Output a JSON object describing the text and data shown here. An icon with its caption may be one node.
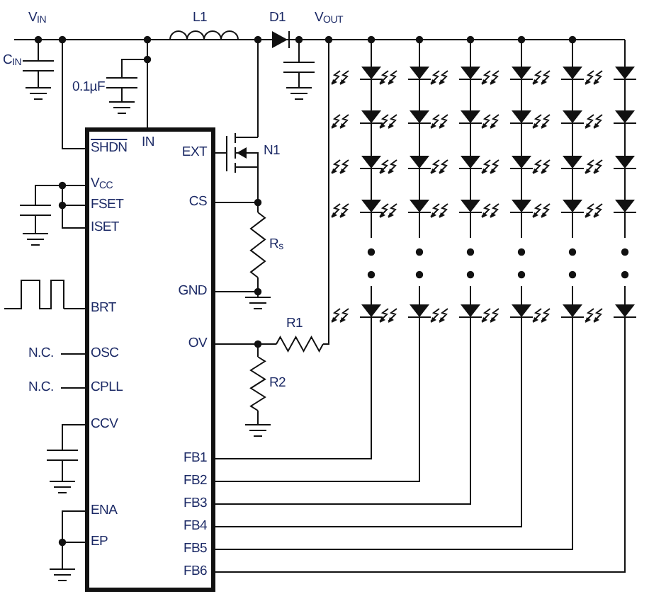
{
  "diagram": {
    "nodes": [
      {
        "text": [
          "SHDN",
          "IN",
          "EXT",
          "V$_{CC}$",
          "FSET",
          "CS",
          "ISET",
          "GND",
          "BRT",
          "OV",
          "OSC",
          "CPLL",
          "CCV",
          "FB1",
          "FB2",
          "FB3",
          "FB4",
          "FB5",
          "FB6",
          "ENA",
          "EP"
        ]
      }
    ],
    "labels": [
      "V$_{IN}$",
      "L1",
      "D1",
      "V$_{OUT}$",
      "C$_{IN}$",
      "0.1µF",
      "N1",
      "R$_{s}$",
      "R1",
      "R2",
      "N.C.",
      "N.C."
    ]
  }
}
